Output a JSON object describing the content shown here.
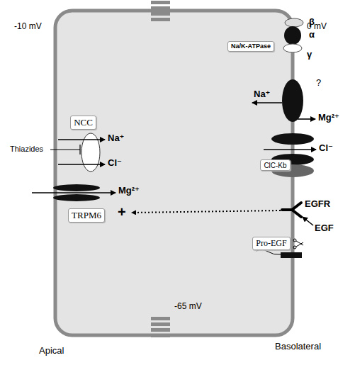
{
  "diagram": {
    "nodes": [
      {
        "text": [
          "Na/K-ATPase"
        ]
      },
      {
        "text": [
          "NCC"
        ]
      },
      {
        "text": [
          "ClC-Kb"
        ]
      },
      {
        "text": [
          "TRPM6"
        ]
      },
      {
        "text": [
          "Pro-EGF"
        ]
      }
    ],
    "labels": [
      "-10 mV",
      "0 mV",
      "β",
      "α",
      "γ",
      "Na⁺",
      "?",
      "Mg²⁺",
      "Cl⁻",
      "Na⁺",
      "Cl⁻",
      "Thiazides",
      "Mg²⁺",
      "EGFR",
      "EGF",
      "+",
      "-65 mV",
      "Apical",
      "Basolateral"
    ]
  }
}
